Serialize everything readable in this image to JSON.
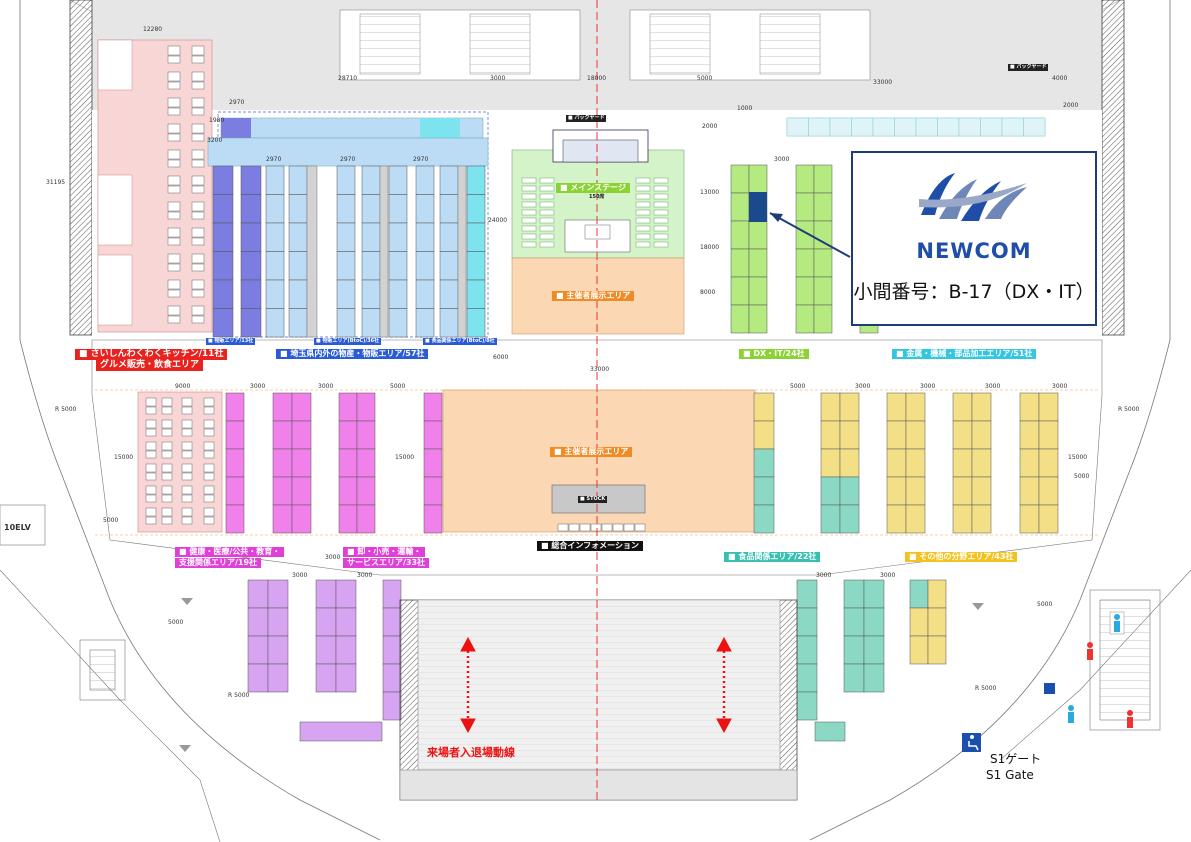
{
  "booth": {
    "brand": "NEWCOM",
    "caption": "小間番号：B-17（DX・IT）",
    "highlight_color": "#1a4a8c"
  },
  "labels": {
    "backyard_top_right": "■ バックヤード",
    "backyard_stage": "■ バックヤード",
    "main_stage": "■ メインステージ",
    "main_stage_seats": "150席",
    "host_area_top": "■ 主催者展示エリア",
    "host_area_center": "■ 主催者展示エリア",
    "stock": "■ STOCK",
    "info": "■ 総合インフォメーション",
    "kitchen_1": "■ さいしんわくわくキッチン/11社",
    "kitchen_2": "グルメ販売・飲食エリア",
    "saitama": "■ 埼玉県内外の物産・物販エリア/57社",
    "small_1": "■ 物販エリア/13社",
    "small_2": "■ 物販エリア(BtoC)/36社",
    "small_3": "■ 食品関係エリア(BtoC)/8社",
    "dx": "■ DX・IT/24社",
    "metal": "■ 金属・機械・部品加工エリア/51社",
    "health_1": "■ 健康・医療/公共・教育・",
    "health_2": "支援関係エリア/19社",
    "retail_1": "■ 卸・小売・運輸・",
    "retail_2": "サービスエリア/33社",
    "food": "■ 食品関係エリア/22社",
    "other": "■ その他の分野エリア/43社",
    "elv": "10ELV",
    "flow": "来場者入退場動線",
    "gate_jp": "S1ゲート",
    "gate_en": "S1 Gate"
  },
  "dims": {
    "d12280": "12280",
    "d28710": "28710",
    "d3000a": "3000",
    "d18000": "18000",
    "d5000a": "5000",
    "d33000": "33000",
    "d4000": "4000",
    "d2000a": "2000",
    "d1000": "1000",
    "d2000b": "2000",
    "d2970a": "2970",
    "d2970b": "2970",
    "d2970c": "2970",
    "d2970d": "2970",
    "d1980": "1980",
    "d3200": "3200",
    "d31195": "31195",
    "d24000": "24000",
    "d13000": "13000",
    "d18000b": "18000",
    "d8000": "8000",
    "d3000b": "3000",
    "d6000": "6000",
    "d33000b": "33000",
    "d9000": "9000",
    "d3000c": "3000",
    "d3000d": "3000",
    "d5000b": "5000",
    "d5000c": "5000",
    "d3000e": "3000",
    "d3000f": "3000",
    "d3000g": "3000",
    "d3000h": "3000",
    "d15000a": "15000",
    "d15000b": "15000",
    "d15000c": "15000",
    "d5000d": "5000",
    "d5000e": "5000",
    "d3000i": "3000",
    "d3000j": "3000",
    "d3000k": "3000",
    "d3000l": "3000",
    "d3000m": "3000",
    "r5000a": "R 5000",
    "r5000b": "R 5000",
    "r5000c": "R 5000",
    "r5000d": "R 5000",
    "d5000f": "5000",
    "d5000g": "5000"
  },
  "colors": {
    "pink_light": "#f9d6d6",
    "blue_dark": "#7b7ee0",
    "blue_light": "#bcdcf6",
    "cyan": "#7de3ee",
    "green": "#b5ea80",
    "green_stage": "#d4f3c8",
    "orange": "#fbd7b4",
    "magenta": "#f080ea",
    "violet": "#d6a4f0",
    "teal": "#8bd9c4",
    "yellow": "#f3df86",
    "grey": "#d2d2d2",
    "red_label": "#e8231f",
    "label_blue": "#2a5bd7",
    "label_green": "#8bd334",
    "label_cyan": "#32c6e0",
    "label_orange": "#f08a24",
    "label_magenta": "#e040d8",
    "label_teal": "#36c0b0",
    "label_yellow": "#f4c21c"
  }
}
